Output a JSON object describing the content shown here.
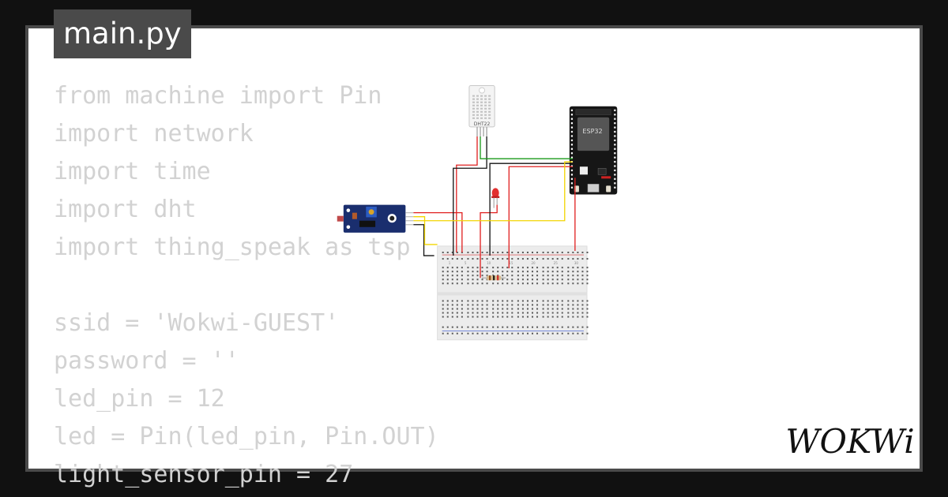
{
  "header": {
    "file_tab": "main.py"
  },
  "editor": {
    "lines": [
      "from machine import Pin",
      "import network",
      "import time",
      "import dht",
      "import thing_speak as tsp",
      "",
      "ssid = 'Wokwi-GUEST'",
      "password = ''",
      "led_pin = 12",
      "led = Pin(led_pin, Pin.OUT)",
      "light_sensor_pin = 27"
    ]
  },
  "simulation": {
    "dht_label": "DHT22",
    "esp32_label": "ESP32",
    "breadboard_row_numbers": [
      "1",
      "5",
      "10",
      "15",
      "20",
      "25",
      "30"
    ],
    "wire_colors": {
      "power": "#e02020",
      "ground": "#111111",
      "signal": "#f2d500",
      "data": "#1a9a1a"
    }
  },
  "brand": {
    "logo_text": "WOKWi"
  },
  "colors": {
    "background": "#111111",
    "card_border": "#4a4a4a",
    "tab_bg": "#4a4a4a",
    "code_text": "#d2d2d2"
  }
}
